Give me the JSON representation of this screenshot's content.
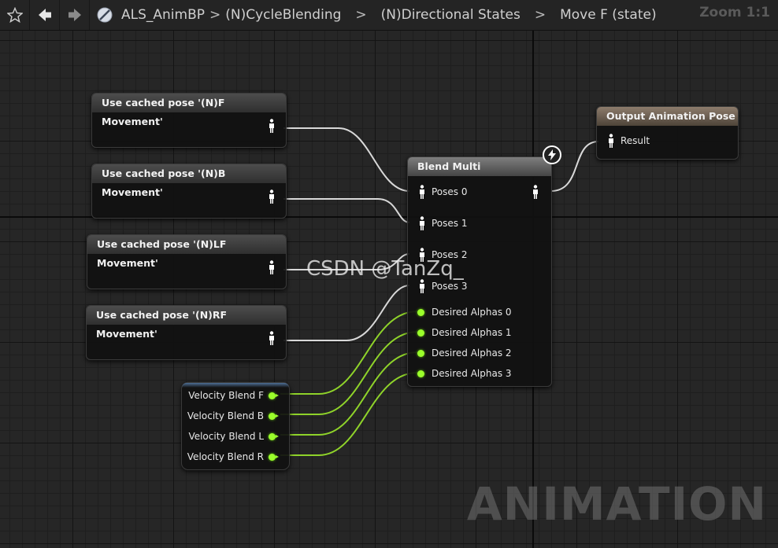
{
  "toolbar": {
    "icons": [
      "star-icon",
      "arrow-left-icon",
      "arrow-right-icon",
      "blueprint-icon"
    ],
    "breadcrumbs": [
      "ALS_AnimBP",
      "(N)CycleBlending",
      "(N)Directional States",
      "Move F (state)"
    ],
    "separator": ">",
    "zoom": "Zoom 1:1"
  },
  "graph": {
    "watermark": "CSDN @TanZq_",
    "title_overlay": "ANIMATION"
  },
  "nodes": {
    "cached_poses": [
      {
        "label": "Use cached pose '(N)F Movement'"
      },
      {
        "label": "Use cached pose '(N)B Movement'"
      },
      {
        "label": "Use cached pose '(N)LF Movement'"
      },
      {
        "label": "Use cached pose '(N)RF Movement'"
      }
    ],
    "blend_multi": {
      "title": "Blend Multi",
      "pose_pins": [
        "Poses 0",
        "Poses 1",
        "Poses 2",
        "Poses 3"
      ],
      "alpha_pins": [
        "Desired Alphas 0",
        "Desired Alphas 1",
        "Desired Alphas 2",
        "Desired Alphas 3"
      ]
    },
    "output": {
      "title": "Output Animation Pose",
      "pin": "Result"
    },
    "velocity": {
      "pins": [
        "Velocity Blend F",
        "Velocity Blend B",
        "Velocity Blend L",
        "Velocity Blend R"
      ]
    }
  },
  "colors": {
    "float_pin": "#9bff2b",
    "pose_wire": "#d9d9d9",
    "output_header": "#8d7c6c"
  }
}
